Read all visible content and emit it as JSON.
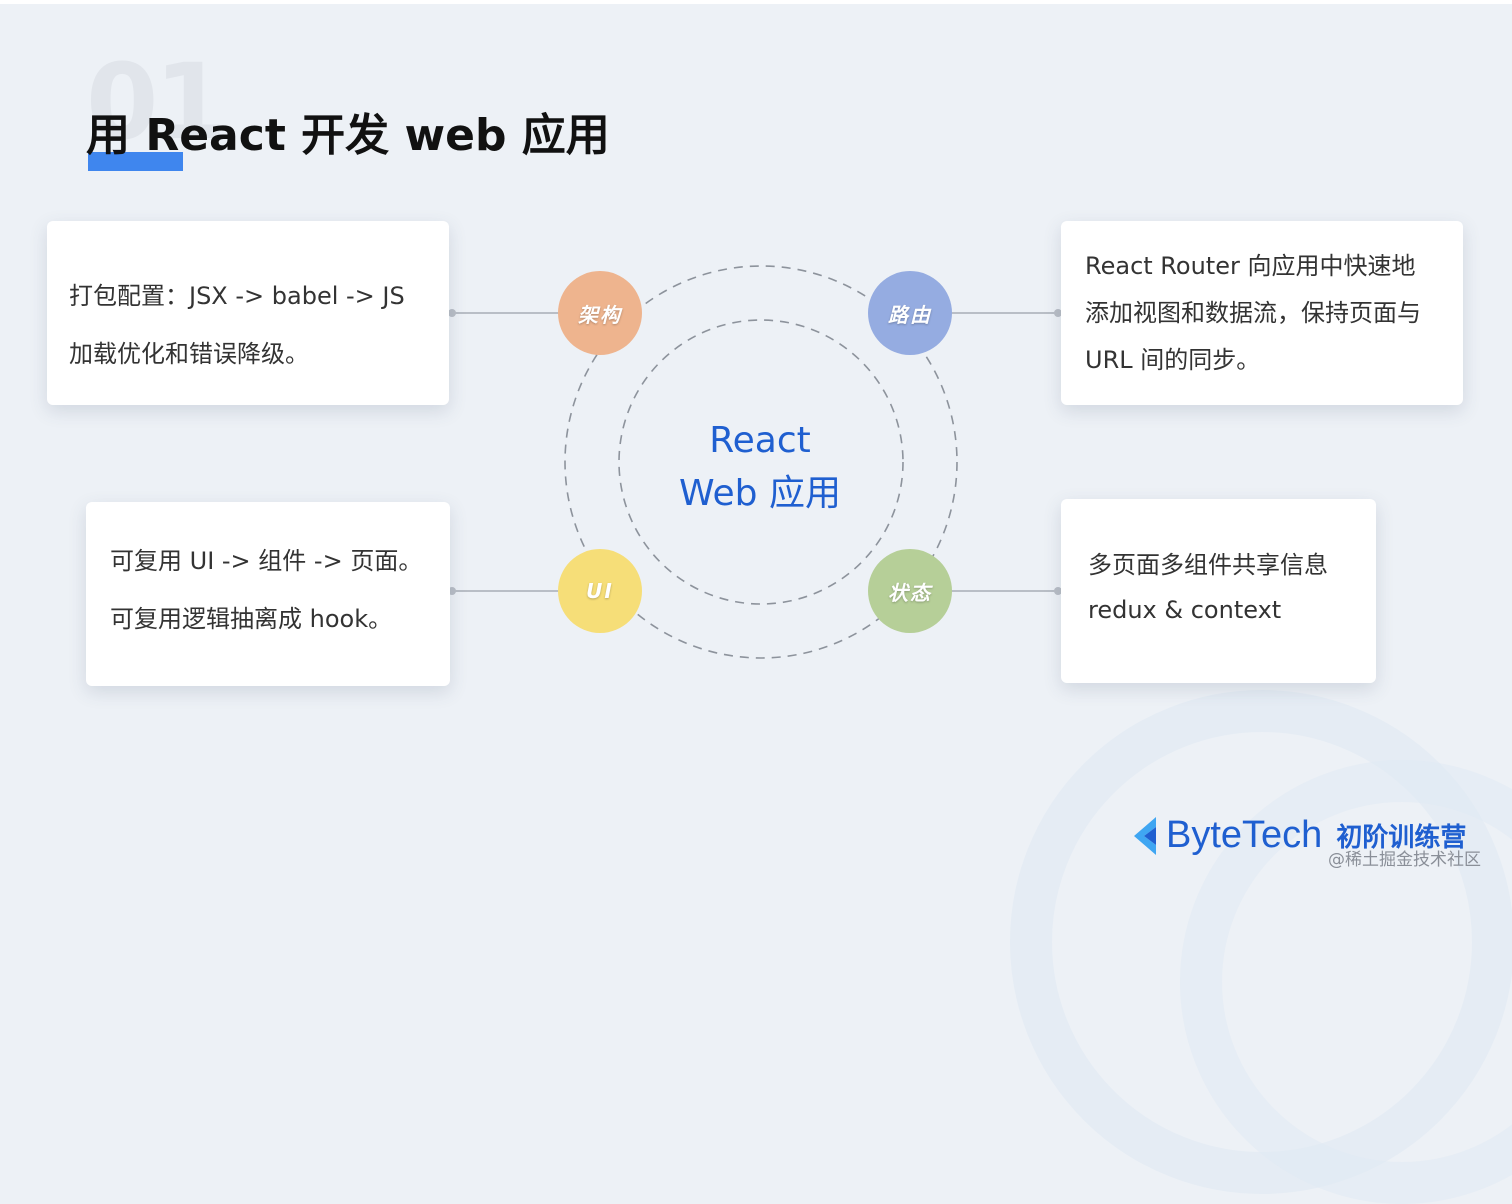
{
  "section_number": "01",
  "title": "用 React 开发 web 应用",
  "center": {
    "line1": "React",
    "line2": "Web 应用"
  },
  "nodes": {
    "architecture": "架构",
    "routing": "路由",
    "ui": "UI",
    "state": "状态"
  },
  "cards": {
    "architecture": {
      "line1": "打包配置：JSX -> babel -> JS",
      "line2": "加载优化和错误降级。"
    },
    "ui": {
      "line1": "可复用 UI -> 组件 -> 页面。",
      "line2": "可复用逻辑抽离成 hook。"
    },
    "routing": {
      "line1": "React Router 向应用中快速地",
      "line2": "添加视图和数据流，保持页面与",
      "line3": "URL 间的同步。"
    },
    "state": {
      "line1": "多页面多组件共享信息",
      "line2": "redux & context"
    }
  },
  "logo": {
    "brand": "ByteTech",
    "subtitle": "初阶训练营"
  },
  "watermark": "@稀土掘金技术社区",
  "colors": {
    "architecture": "#eeb48e",
    "routing": "#95ace1",
    "ui": "#f6de78",
    "state": "#b6cf98",
    "accent": "#1f5fd0",
    "title_bar": "#3f86ee"
  }
}
